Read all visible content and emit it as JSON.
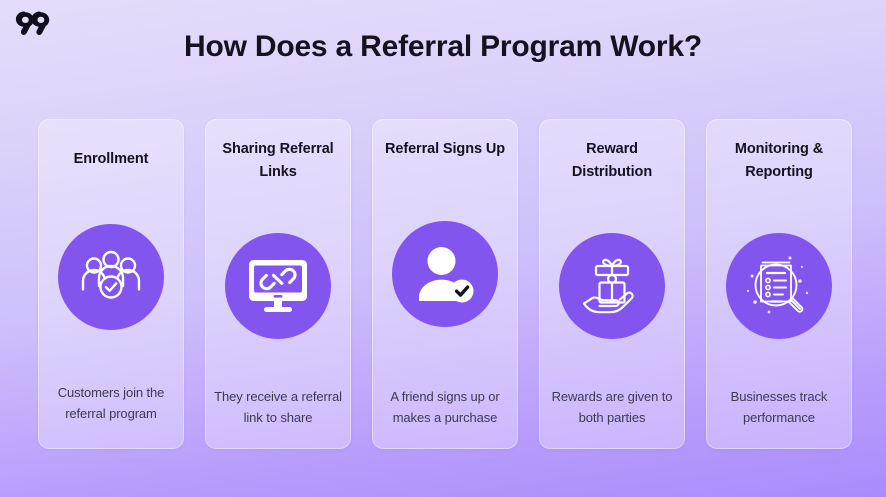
{
  "brand": {
    "logo_text": "99",
    "logo_name": "99-logo"
  },
  "header": {
    "title": "How Does a Referral Program Work?"
  },
  "colors": {
    "background_top": "#e4ddfa",
    "background_bottom": "#a98cfc",
    "card_background": "#d8cef8",
    "icon_circle": "#8355ef",
    "title_text": "#15121f",
    "body_text": "#3c3a52",
    "icon_stroke": "#ffffff"
  },
  "steps": [
    {
      "title": "Enrollment",
      "description": "Customers join the referral program",
      "icon": "people-group-check-icon"
    },
    {
      "title": "Sharing Referral Links",
      "description": "They receive a referral link to share",
      "icon": "monitor-link-icon"
    },
    {
      "title": "Referral Signs Up",
      "description": "A friend signs up or makes a purchase",
      "icon": "user-check-icon"
    },
    {
      "title": "Reward Distribution",
      "description": "Rewards are given to both parties",
      "icon": "gift-in-hand-icon"
    },
    {
      "title": "Monitoring & Reporting",
      "description": "Businesses track performance",
      "icon": "document-magnifier-icon"
    }
  ]
}
